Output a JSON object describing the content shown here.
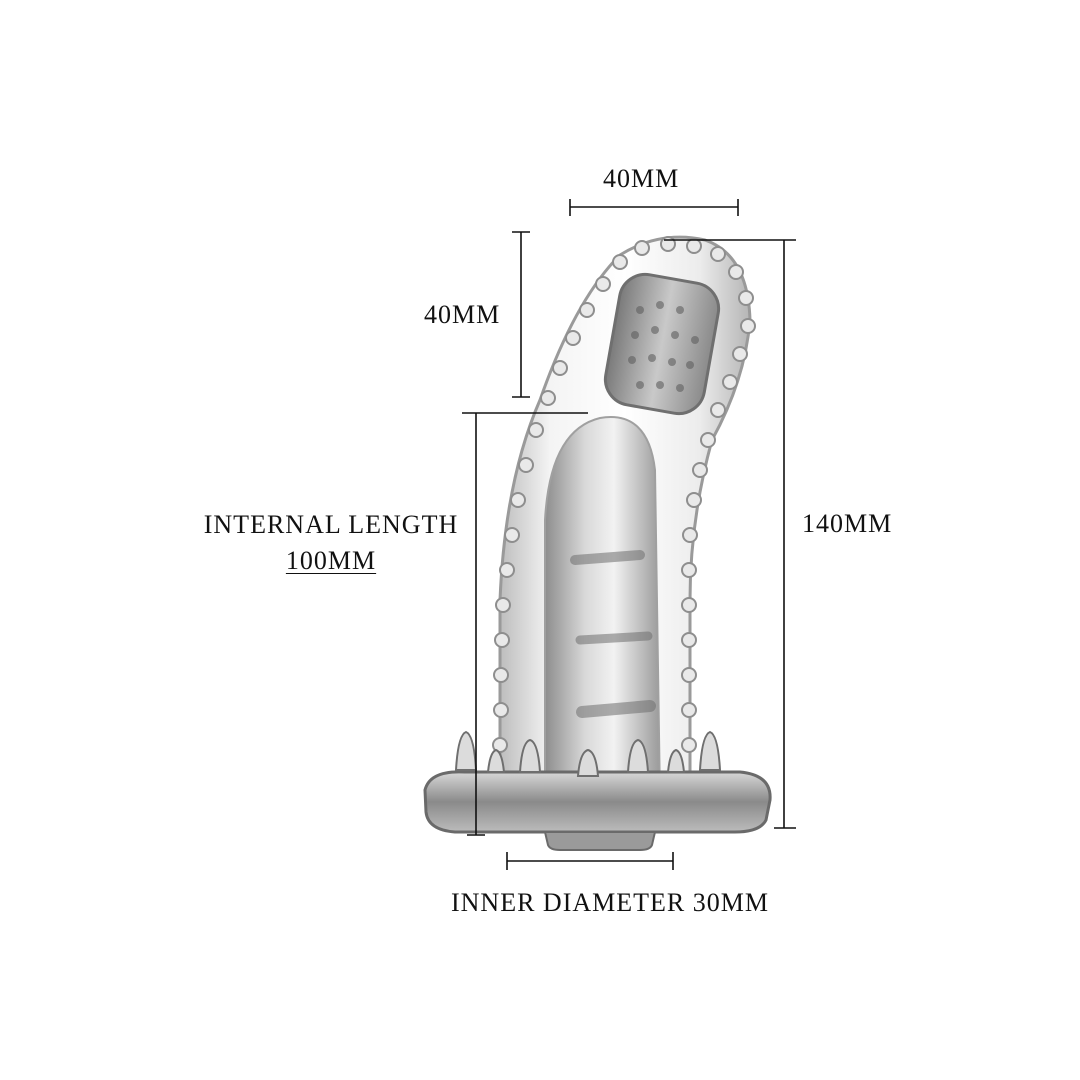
{
  "dimensions": {
    "tip_width": "40MM",
    "tip_height": "40MM",
    "internal_length_title": "INTERNAL LENGTH",
    "internal_length_value": "100MM",
    "total_length": "140MM",
    "inner_diameter": "INNER DIAMETER 30MM"
  },
  "colors": {
    "line": "#111111",
    "product_edge": "#9a9a9a",
    "product_body": "#e6e6e6"
  }
}
